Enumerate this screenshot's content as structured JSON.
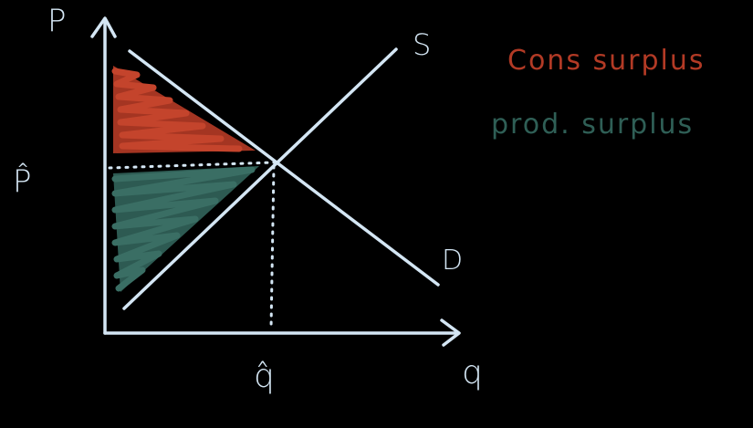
{
  "diagram": {
    "axes": {
      "y_label": "P",
      "x_label": "q",
      "price_marker": "P̂",
      "quantity_marker": "q̂"
    },
    "curves": {
      "supply_label": "S",
      "demand_label": "D"
    },
    "legend": {
      "consumer_surplus": "Cons surplus",
      "producer_surplus": "prod. surplus"
    }
  },
  "colors": {
    "background": "#000000",
    "line": "#d4e6f4",
    "consumer_surplus": "#b23a25",
    "producer_surplus": "#2f5f56"
  }
}
